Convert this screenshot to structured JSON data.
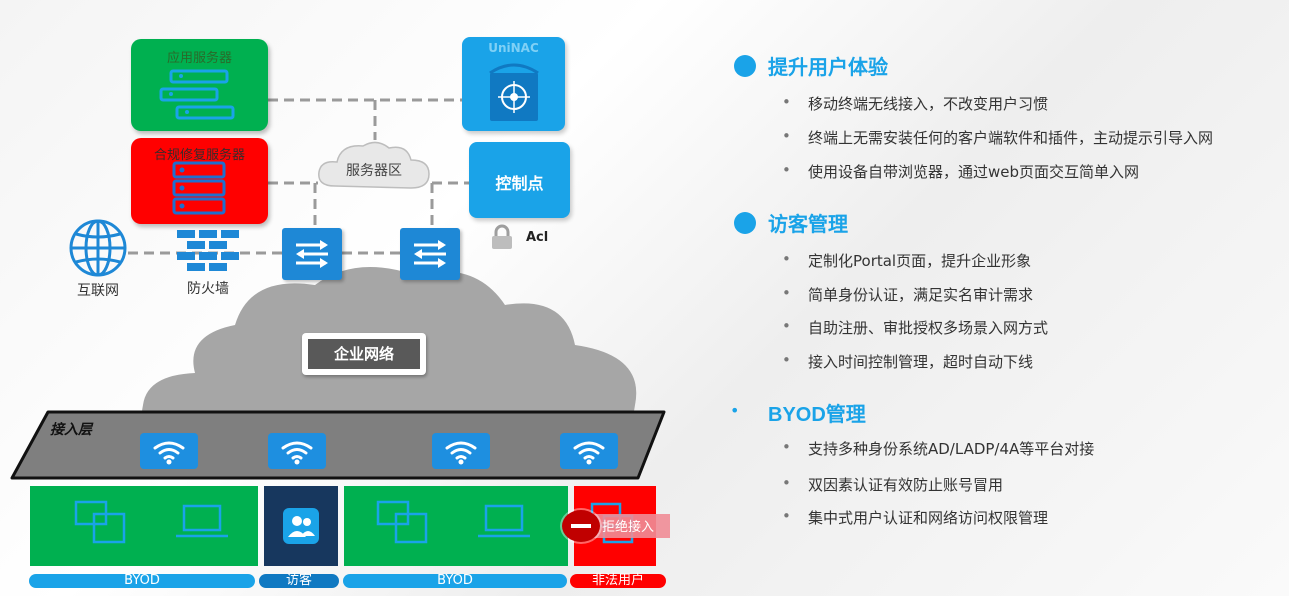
{
  "diagram": {
    "app_server_label": "应用服务器",
    "repair_server_label": "合规修复服务器",
    "uninac_label": "UniNAC",
    "server_zone_label": "服务器区",
    "control_point_label": "控制点",
    "acl_label": "Acl",
    "internet_label": "互联网",
    "firewall_label": "防火墙",
    "enterprise_network_label": "企业网络",
    "access_layer_label": "接入层",
    "reject_label": "拒绝接入",
    "groups": [
      {
        "label": "BYOD"
      },
      {
        "label": "访客"
      },
      {
        "label": "BYOD"
      },
      {
        "label": "非法用户"
      }
    ],
    "colors": {
      "green": "#00b050",
      "red": "#ff0000",
      "blue": "#1aa3e8",
      "navy": "#17375e",
      "gray_cloud": "#a6a6a6"
    }
  },
  "sections": [
    {
      "title": "提升用户体验",
      "items": [
        "移动终端无线接入，不改变用户习惯",
        "终端上无需安装任何的客户端软件和插件，主动提示引导入网",
        "使用设备自带浏览器，通过web页面交互简单入网"
      ]
    },
    {
      "title": "访客管理",
      "items": [
        "定制化Portal页面，提升企业形象",
        "简单身份认证，满足实名审计需求",
        "自助注册、审批授权多场景入网方式",
        "接入时间控制管理，超时自动下线"
      ]
    },
    {
      "title": "BYOD管理",
      "items": [
        "支持多种身份系统AD/LADP/4A等平台对接",
        "双因素认证有效防止账号冒用",
        "集中式用户认证和网络访问权限管理"
      ]
    }
  ]
}
